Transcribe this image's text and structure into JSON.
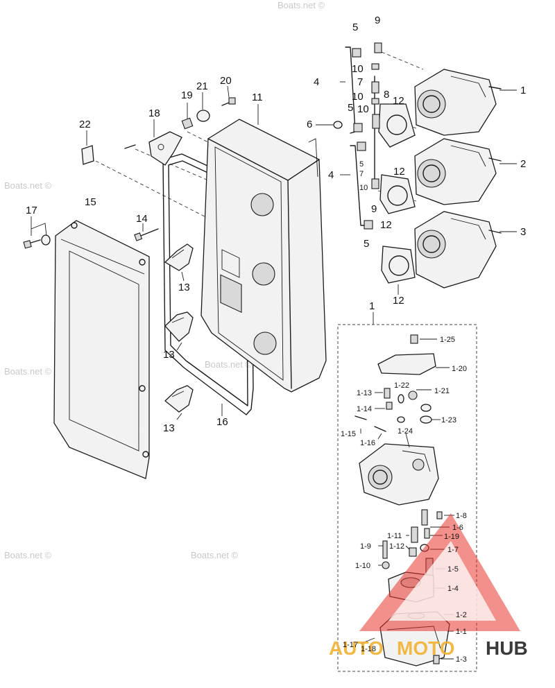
{
  "watermark_text": "Boats.net ©",
  "brand": {
    "part1": "AUTO",
    "part2": "MOTO",
    "part3": "HUB",
    "color_primary": "#e8342e",
    "color_secondary": "#f2b233",
    "color_dark": "#3a3a3a"
  },
  "callouts": {
    "c1": "1",
    "c2": "2",
    "c3": "3",
    "c4a": "4",
    "c4b": "4",
    "c5a": "5",
    "c5b": "5",
    "c5c": "5",
    "c5d": "5",
    "c6": "6",
    "c7a": "7",
    "c7b": "7",
    "c8": "8",
    "c9a": "9",
    "c9b": "9",
    "c10a": "10",
    "c10b": "10",
    "c10c": "10",
    "c10d": "10",
    "c11": "11",
    "c12a": "12",
    "c12b": "12",
    "c12c": "12",
    "c12d": "12",
    "c13a": "13",
    "c13b": "13",
    "c13c": "13",
    "c14": "14",
    "c15": "15",
    "c16": "16",
    "c17": "17",
    "c18": "18",
    "c19": "19",
    "c20": "20",
    "c21": "21",
    "c22": "22",
    "c_detail": "1"
  },
  "detail_callouts": {
    "d1_25": "1-25",
    "d1_20": "1-20",
    "d1_13": "1-13",
    "d1_22": "1-22",
    "d1_21": "1-21",
    "d1_14": "1-14",
    "d1_23": "1-23",
    "d1_15": "1-15",
    "d1_16": "1-16",
    "d1_24": "1-24",
    "d1_8": "1-8",
    "d1_6": "1-6",
    "d1_11": "1-11",
    "d1_19": "1-19",
    "d1_9": "1-9",
    "d1_12": "1-12",
    "d1_7": "1-7",
    "d1_10": "1-10",
    "d1_5": "1-5",
    "d1_4": "1-4",
    "d1_2": "1-2",
    "d1_1": "1-1",
    "d1_17": "1-17",
    "d1_18": "1-18",
    "d1_3": "1-3"
  }
}
